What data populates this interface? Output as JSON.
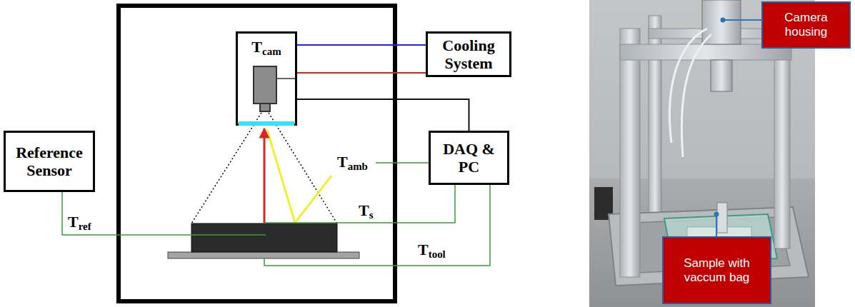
{
  "diagram": {
    "nodes": [
      {
        "text": [
          "Tcam"
        ]
      },
      {
        "text": [
          "Cooling System"
        ]
      },
      {
        "text": [
          "Reference Sensor"
        ]
      },
      {
        "text": [
          "DAQ & PC"
        ]
      },
      {
        "text": [
          "Camera housing"
        ]
      },
      {
        "text": [
          "Sample with vaccum bag"
        ]
      }
    ],
    "edges": [
      {
        "from": 0,
        "to": 1,
        "arrow": "none"
      },
      {
        "from": 0,
        "to": 1,
        "arrow": "none"
      },
      {
        "from": 0,
        "to": 3,
        "arrow": "none"
      }
    ],
    "labels": [
      "Tamb",
      "Ts",
      "Tref",
      "Ttool"
    ]
  }
}
